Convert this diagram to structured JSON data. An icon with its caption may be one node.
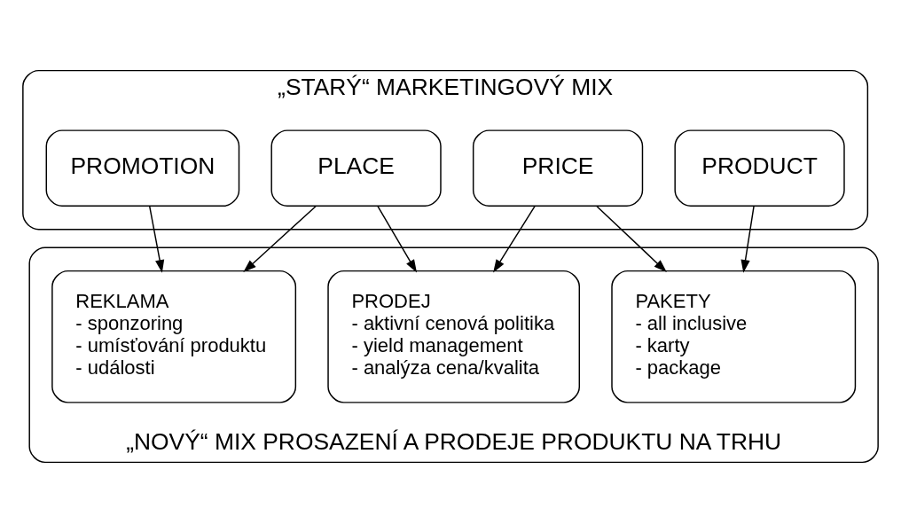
{
  "diagram": {
    "nodes": [
      {
        "text": [
          "„STARÝ“ MARKETINGOVÝ MIX"
        ]
      },
      {
        "text": [
          "PRODUCT"
        ],
        "in": 0
      },
      {
        "text": [
          "PRICE"
        ],
        "in": 0
      },
      {
        "text": [
          "PLACE"
        ],
        "in": 0
      },
      {
        "text": [
          "PROMOTION"
        ],
        "in": 0
      },
      {
        "text": [
          "„NOVÝ“ MIX PROSAZENÍ A PRODEJE PRODUKTU NA TRHU"
        ]
      },
      {
        "text": [
          "PAKETY",
          "- all inclusive",
          "- karty",
          "- package"
        ],
        "in": 5
      },
      {
        "text": [
          "PRODEJ",
          "- aktivní cenová politika",
          "- yield management",
          "- analýza cena/kvalita"
        ],
        "in": 5
      },
      {
        "text": [
          "REKLAMA",
          "- sponzoring",
          "- umísťování produktu",
          "- události"
        ],
        "in": 5
      }
    ],
    "edges": [
      {
        "from": 1,
        "to": 6,
        "arrow": "to"
      },
      {
        "from": 2,
        "to": 6,
        "arrow": "to"
      },
      {
        "from": 2,
        "to": 7,
        "arrow": "to"
      },
      {
        "from": 3,
        "to": 7,
        "arrow": "to"
      },
      {
        "from": 3,
        "to": 8,
        "arrow": "to"
      },
      {
        "from": 4,
        "to": 8,
        "arrow": "to"
      }
    ]
  }
}
